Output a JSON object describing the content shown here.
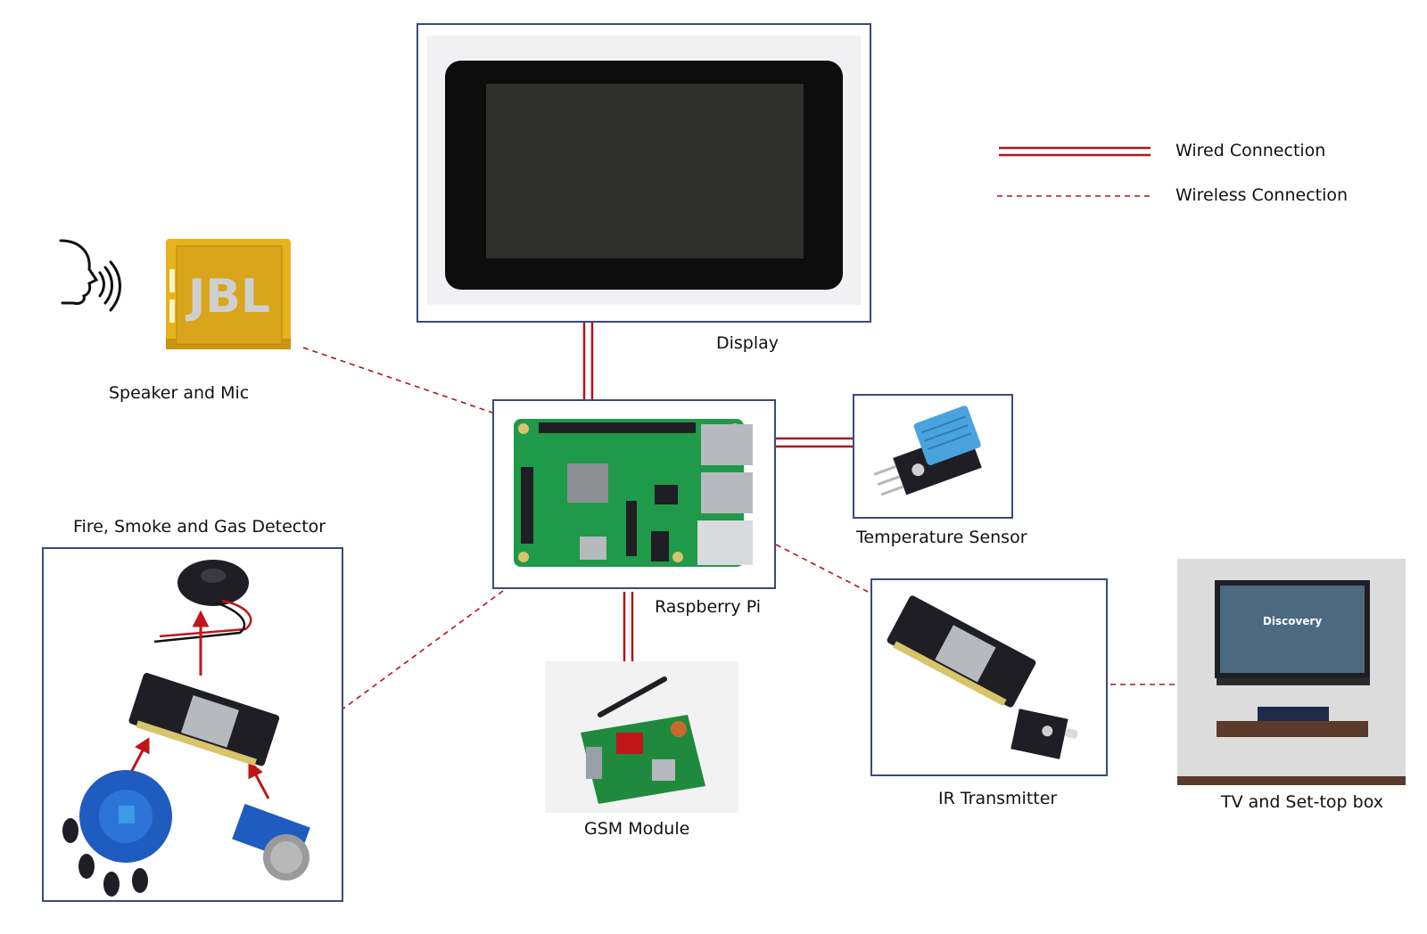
{
  "legend": {
    "wired_label": "Wired Connection",
    "wireless_label": "Wireless Connection"
  },
  "nodes": {
    "display": "Display",
    "speaker": "Speaker and Mic",
    "raspberry_pi": "Raspberry Pi",
    "temperature_sensor": "Temperature Sensor",
    "fire_detector": "Fire, Smoke and Gas Detector",
    "gsm_module": "GSM Module",
    "ir_transmitter": "IR Transmitter",
    "tv": "TV and Set-top box"
  },
  "images": {
    "speaker_logo": "JBL",
    "tv_screen": "Discovery"
  },
  "colors": {
    "wire": "#b0151c",
    "box_border": "#3b4a7a",
    "pcb_green": "#1f9a4a",
    "pcb_black": "#1e1e24",
    "speaker_yellow": "#e8b21f",
    "sensor_blue": "#4aa3dc"
  }
}
